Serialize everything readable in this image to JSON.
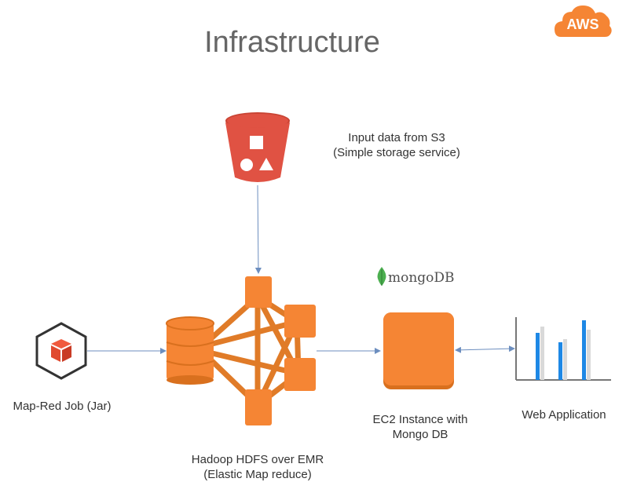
{
  "title": "Infrastructure",
  "aws_logo": {
    "text": "AWS",
    "color": "#f58534"
  },
  "nodes": {
    "s3": {
      "line1": "Input data from S3",
      "line2": "(Simple storage service)",
      "icon": "s3-bucket-icon",
      "color": "#e05243"
    },
    "jar": {
      "label": "Map-Red Job (Jar)",
      "icon": "package-cube-icon",
      "color": "#e05243"
    },
    "emr": {
      "line1": "Hadoop HDFS over EMR",
      "line2": "(Elastic Map reduce)",
      "icon": "emr-cluster-icon",
      "color": "#f58534"
    },
    "ec2": {
      "line1": "EC2 Instance with",
      "line2": "Mongo DB",
      "icon": "ec2-instance-icon",
      "color": "#f58534"
    },
    "web": {
      "label": "Web Application",
      "icon": "bar-chart-icon",
      "colors": [
        "#1e88e5",
        "#d9d9d9"
      ]
    },
    "mongo": {
      "text": "mongoDB",
      "leaf_color": "#4caf50"
    }
  },
  "connector_color": "#6c8ebf"
}
